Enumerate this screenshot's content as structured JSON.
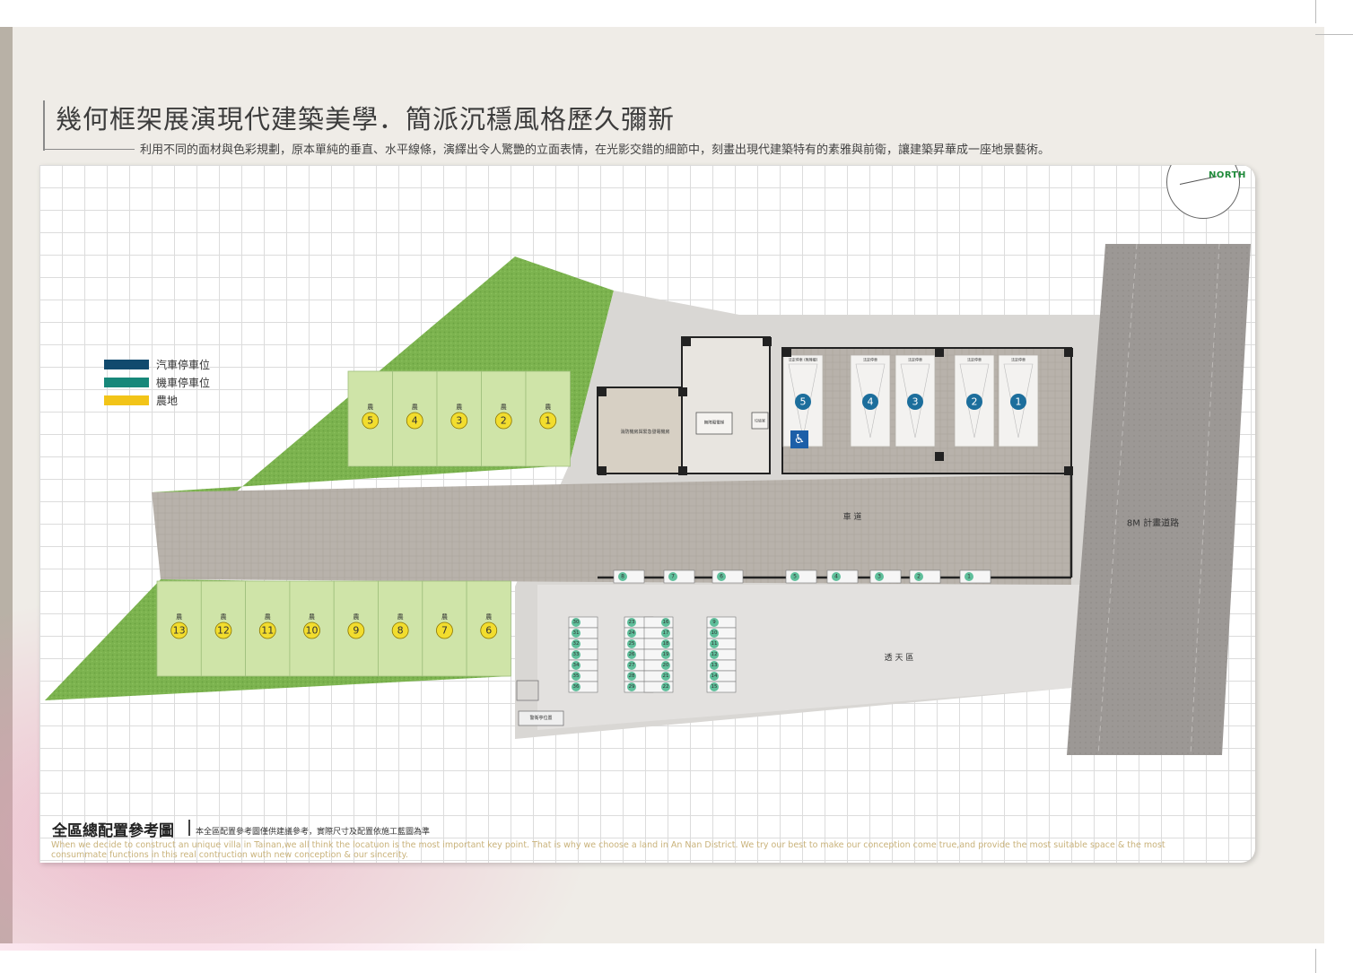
{
  "title": "幾何框架展演現代建築美學．簡派沉穩風格歷久彌新",
  "subtitle": "利用不同的面材與色彩規劃，原本單純的垂直、水平線條，演繹出令人驚艷的立面表情，在光影交錯的細節中，刻畫出現代建築特有的素雅與前衛，讓建築昇華成一座地景藝術。",
  "legend": [
    {
      "label": "汽車停車位",
      "color": "#114a6e"
    },
    {
      "label": "機車停車位",
      "color": "#17887a"
    },
    {
      "label": "農地",
      "color": "#f2c418"
    }
  ],
  "compass_label": "NORTH",
  "colors": {
    "grass": "#7cb34f",
    "farm_plot": "#cfe4a8",
    "farm_marker": "#f2dd2e",
    "paving": "#b8b2ab",
    "road": "#9c9895",
    "car_marker": "#1c6e9c",
    "moto_marker": "#5fbf9b"
  },
  "map": {
    "driveway_label": "車 道",
    "road_label": "8M 計畫道路",
    "open_area_label": "透 天 區",
    "room_label": "消防機房與緊急發電機房",
    "elevator_label": "無障礙電梯",
    "small_room_label": "垃圾室",
    "guard_label": "警衛亭位置",
    "farm_char": "農",
    "car_slot_label": "法定停車",
    "car_slot_accessible_label": "法定停車 (無障礙)",
    "farm_plots_top": [
      "5",
      "4",
      "3",
      "2",
      "1"
    ],
    "farm_plots_bottom": [
      "13",
      "12",
      "11",
      "10",
      "9",
      "8",
      "7",
      "6"
    ],
    "car_slots": [
      "5",
      "4",
      "3",
      "2",
      "1"
    ],
    "moto_row": [
      "8",
      "7",
      "6",
      "5",
      "4",
      "3",
      "2",
      "1"
    ],
    "moto_col_a": [
      "30",
      "31",
      "32",
      "33",
      "34",
      "35",
      "36"
    ],
    "moto_col_b": [
      "23",
      "24",
      "25",
      "26",
      "27",
      "28",
      "29"
    ],
    "moto_col_c": [
      "16",
      "17",
      "18",
      "19",
      "20",
      "21",
      "22"
    ],
    "moto_col_d": [
      "9",
      "10",
      "11",
      "12",
      "13",
      "14",
      "15"
    ]
  },
  "footer": {
    "title": "全區總配置參考圖",
    "note": "本全區配置參考圖僅供建議參考，實際尺寸及配置依施工藍圖為準",
    "english": "When we decide to construct an unique villa in Tainan,we all think the locatuon is the most important key point. That is why we choose a land in An Nan District. We try our best to make our conception come true,and provide the most suitable space & the most consummate functions in this real contruction  wuth new conception & our sincerity."
  }
}
